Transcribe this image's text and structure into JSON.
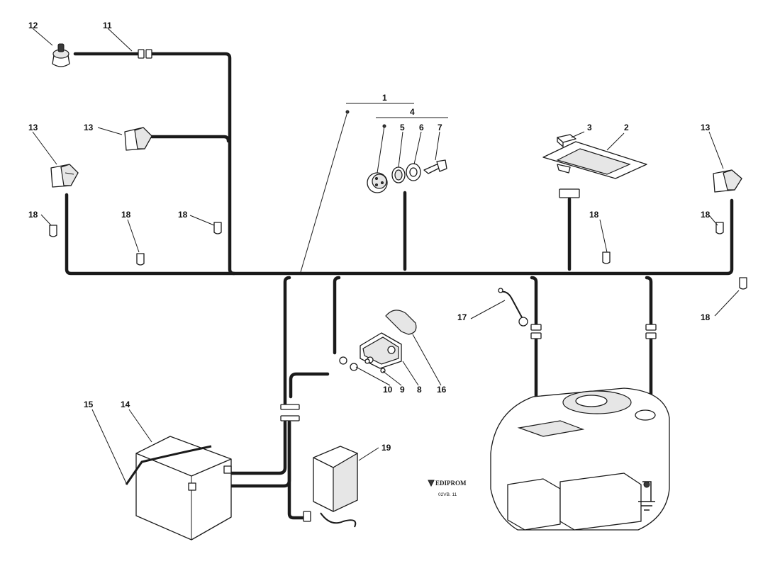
{
  "labels": {
    "l1": "1",
    "l2": "2",
    "l3": "3",
    "l4": "4",
    "l5": "5",
    "l6": "6",
    "l7": "7",
    "l8": "8",
    "l9": "9",
    "l10": "10",
    "l11": "11",
    "l12": "12",
    "l13a": "13",
    "l13b": "13",
    "l13c": "13",
    "l14": "14",
    "l15": "15",
    "l16": "16",
    "l17": "17",
    "l18a": "18",
    "l18b": "18",
    "l18c": "18",
    "l18d": "18",
    "l18e": "18",
    "l18f": "18",
    "l19": "19"
  },
  "logo": {
    "name": "EDIPROM",
    "code": "02VB. 11"
  }
}
